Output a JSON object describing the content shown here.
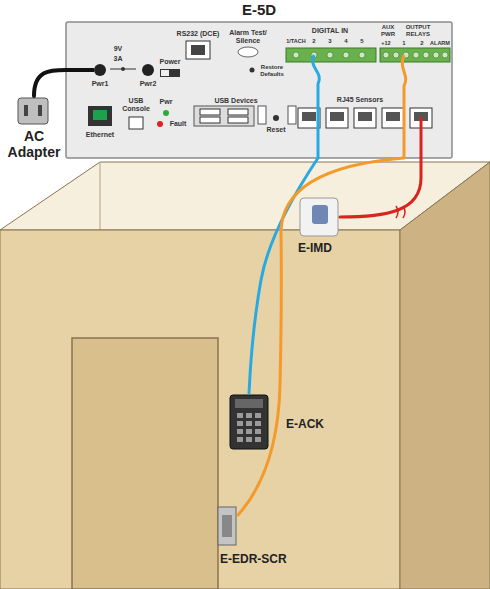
{
  "diagram": {
    "nodes": [
      {
        "text": [
          "E-5D"
        ]
      },
      {
        "text": [
          "AC Adapter"
        ]
      },
      {
        "text": [
          "E-IMD"
        ]
      },
      {
        "text": [
          "E-ACK"
        ]
      },
      {
        "text": [
          "E-EDR-SCR"
        ]
      }
    ],
    "edges": [
      {
        "from": 1,
        "to": 0,
        "arrow": "none"
      },
      {
        "from": 0,
        "to": 3,
        "arrow": "none"
      },
      {
        "from": 0,
        "to": 4,
        "arrow": "none"
      },
      {
        "from": 0,
        "to": 2,
        "arrow": "none"
      }
    ],
    "labels": [
      "9V",
      "3A",
      "Pwr1",
      "Pwr2",
      "RS232 (DCE)",
      "Power",
      "Alarm Test/ Silence",
      "Restore Defaults",
      "DIGITAL IN",
      "1/TACH",
      "2",
      "3",
      "4",
      "5",
      "AUX PWR",
      "OUTPUT RELAYS",
      "+12",
      "1",
      "2",
      "ALARM",
      "Ethernet",
      "USB Console",
      "Pwr",
      "Fault",
      "USB Devices",
      "Reset",
      "RJ45 Sensors"
    ]
  }
}
